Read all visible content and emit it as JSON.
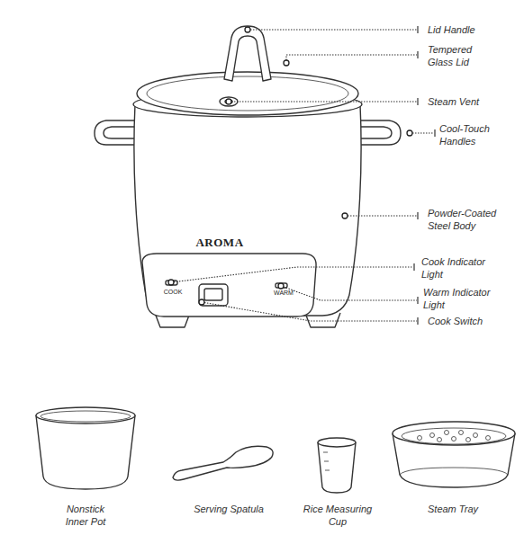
{
  "diagram": {
    "labels": [
      "Lid Handle",
      "Tempered Glass Lid",
      "Steam Vent",
      "Cool-Touch Handles",
      "Powder-Coated Steel Body",
      "AROMA",
      "COOK",
      "Cook Indicator Light",
      "WARM",
      "Warm Indicator Light",
      "Cook Switch",
      "Nonstick Inner Pot",
      "Serving Spatula",
      "Rice Measuring Cup",
      "Steam Tray"
    ]
  }
}
